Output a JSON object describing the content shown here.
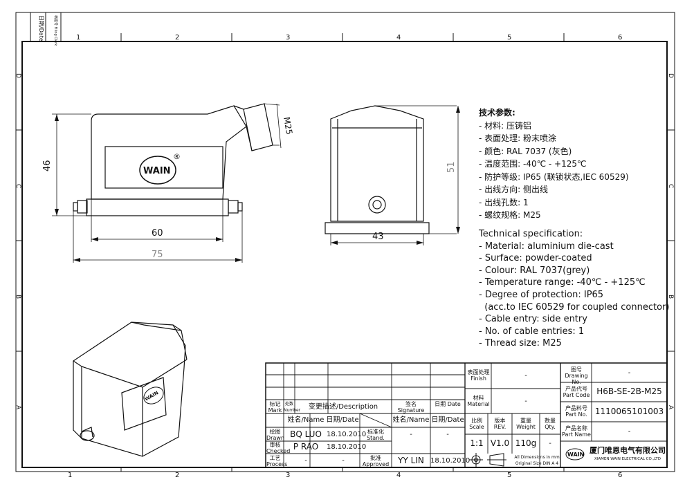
{
  "side_strip": {
    "date": "日期/Date",
    "filing": "档案号 Filing Clerk"
  },
  "grid": {
    "cols_top": [
      "1",
      "2",
      "3",
      "4",
      "5",
      "6"
    ],
    "cols_bottom": [
      "1",
      "2",
      "3",
      "4",
      "5",
      "6"
    ],
    "rows": [
      "D",
      "C",
      "B",
      "A"
    ]
  },
  "dims": {
    "height": "46",
    "width_inner": "60",
    "width_total": "75",
    "thread": "M25",
    "side_height": "51",
    "side_width": "43"
  },
  "logo": {
    "text": "WAIN",
    "reg": "®"
  },
  "spec_cn": [
    "技术参数:",
    "- 材料: 压铸铝",
    "- 表面处理: 粉末喷涂",
    "- 颜色: RAL 7037 (灰色)",
    "- 温度范围: -40℃ - +125℃",
    "- 防护等级: IP65 (联锁状态,IEC 60529)",
    "- 出线方向: 侧出线",
    "- 出线孔数: 1",
    "- 螺纹规格: M25"
  ],
  "spec_en": [
    "Technical specification:",
    "- Material: aluminium die-cast",
    "- Surface: powder-coated",
    "- Colour: RAL 7037(grey)",
    "- Temperature range: -40℃ - +125℃",
    "- Degree of protection: IP65",
    "  (acc.to IEC 60529 for coupled connector)",
    "- Cable entry: side entry",
    "- No. of cable entries: 1",
    "- Thread size: M25"
  ],
  "title_block": {
    "mark": "标记 Mark",
    "number": "处数 Number",
    "desc": "变更描述/Description",
    "signature": "签名 Signature",
    "date": "日期 Date",
    "name_col": "姓名/Name",
    "date_col": "日期/Date",
    "drawn_label": "绘图 Drawn",
    "drawn_name": "BQ LUO",
    "drawn_date": "18.10.2010",
    "stand_label": "标准化 Stand.",
    "stand_name": "-",
    "stand_date": "-",
    "checked_label": "审核 Checked",
    "checked_name": "P RAO",
    "checked_date": "18.10.2010",
    "process_label": "工艺 Process",
    "process_name": "-",
    "process_date": "-",
    "approved_label": "批准 Approved",
    "approved_name": "YY LIN",
    "approved_date": "18.10.2010",
    "finish_label": "表面处理 Finish",
    "finish_val": "-",
    "material_label": "材料 Material",
    "material_val": "-",
    "scale_label": "比例 Scale",
    "scale_val": "1:1",
    "rev_label": "版本 REV.",
    "rev_val": "V1.0",
    "weight_label": "重量 Weight",
    "weight_val": "110g",
    "qty_label": "数量 Qty.",
    "qty_val": "-",
    "note1": "All Dimensions in mm",
    "note2": "Original Size DIN A 4",
    "drawing_no_label": "图号 Drawing No.",
    "drawing_no_val": "-",
    "part_code_label": "产品代号 Part Code",
    "part_code_val": "H6B-SE-2B-M25",
    "part_no_label": "产品料号 Part No.",
    "part_no_val": "1110065101003",
    "part_name_label": "产品名称 Part Name",
    "part_name_val": "-",
    "company_cn": "厦门唯恩电气有限公司",
    "company_en": "XIAMEN WAIN ELECTRICAL CO.,LTD",
    "company_logo": "WAIN"
  }
}
